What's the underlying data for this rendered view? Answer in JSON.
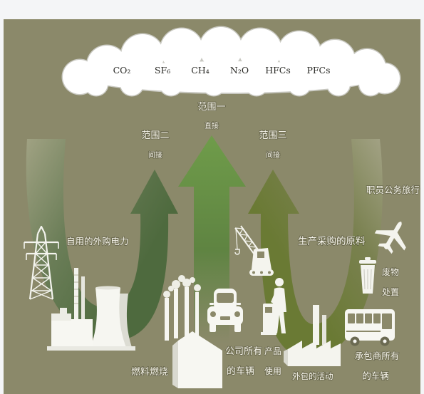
{
  "gases": [
    "CO₂",
    "SF₆",
    "CH₄",
    "N₂O",
    "HFCs",
    "PFCs"
  ],
  "scope1": {
    "title": "范围一",
    "subtitle": "直接"
  },
  "scope2": {
    "title": "范围二",
    "subtitle": "间接"
  },
  "scope3": {
    "title": "范围三",
    "subtitle": "间接"
  },
  "labels": {
    "purchased_electricity": "自用的外购电力",
    "purchased_materials": "生产采购的原料",
    "business_travel": "职员公务旅行",
    "waste_disposal": [
      "废物",
      "处置"
    ],
    "fuel_combustion": "燃料燃烧",
    "company_vehicles": [
      "公司所有",
      "的车辆"
    ],
    "product_use": [
      "产品",
      "使用"
    ],
    "outsourced_activities": "外包的活动",
    "contractor_vehicles": [
      "承包商所有",
      "的车辆"
    ]
  },
  "icons": [
    "transmission-tower-icon",
    "power-plant-icon",
    "chimney-building-icon",
    "car-icon",
    "crane-icon",
    "fuel-pump-person-icon",
    "factory-icon",
    "airplane-icon",
    "trash-bin-icon",
    "bus-icon",
    "cloud-icon"
  ],
  "colors": {
    "page": "#f4f5f7",
    "background": "#8b896a",
    "cloud": "#ffffff",
    "icon": "#f4f4ee",
    "scope1_top": "#6f9c4a",
    "scope1_mid": "#5f8442",
    "scope2_head": "#4e6a3e",
    "scope2_mid": "#6a7d57",
    "scope2_tail": "#a2a384",
    "scope3_head": "#6a7a34",
    "scope3_mid": "#7a8150",
    "scope3_tail": "#a5a488"
  }
}
